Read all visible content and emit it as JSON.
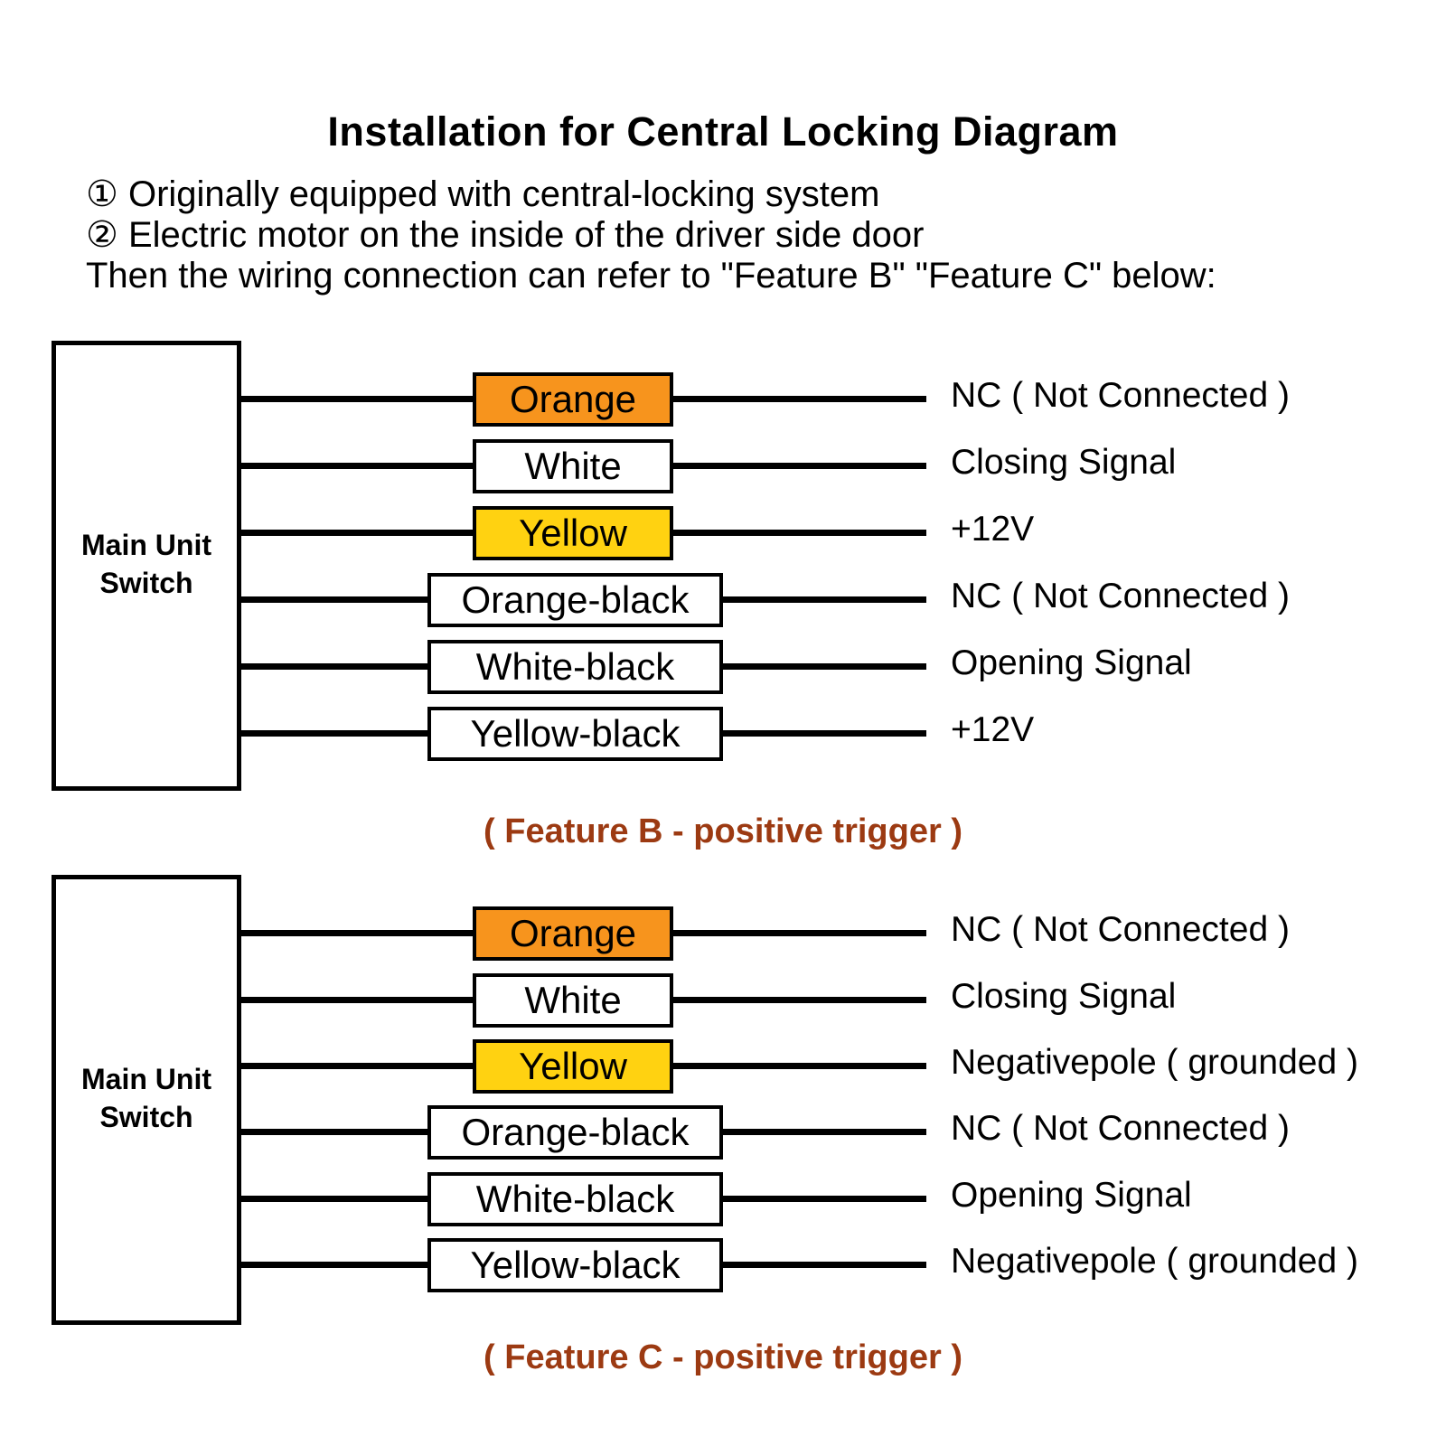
{
  "title": "Installation for Central Locking Diagram",
  "instructions": [
    "① Originally equipped with central-locking system",
    "② Electric motor on the inside of the driver side door",
    "Then the wiring connection can refer to \"Feature B\" \"Feature C\" below:"
  ],
  "colors": {
    "orange_fill": "#F7941D",
    "yellow_fill": "#FFD211",
    "white_fill": "#FFFFFF",
    "wire_color": "#000000",
    "caption_color": "#9C3A12"
  },
  "diagrams": [
    {
      "source_label_lines": [
        "Main Unit",
        "Switch"
      ],
      "caption": "( Feature B - positive trigger )",
      "wires": [
        {
          "label": "Orange",
          "fill": "#F7941D",
          "signal": "NC ( Not Connected )"
        },
        {
          "label": "White",
          "fill": "#FFFFFF",
          "signal": "Closing Signal"
        },
        {
          "label": "Yellow",
          "fill": "#FFD211",
          "signal": "+12V"
        },
        {
          "label": "Orange-black",
          "fill": "#FFFFFF",
          "signal": "NC ( Not Connected )"
        },
        {
          "label": "White-black",
          "fill": "#FFFFFF",
          "signal": "Opening Signal"
        },
        {
          "label": "Yellow-black",
          "fill": "#FFFFFF",
          "signal": "+12V"
        }
      ]
    },
    {
      "source_label_lines": [
        "Main Unit",
        "Switch"
      ],
      "caption": "( Feature C - positive trigger )",
      "wires": [
        {
          "label": "Orange",
          "fill": "#F7941D",
          "signal": "NC ( Not Connected )"
        },
        {
          "label": "White",
          "fill": "#FFFFFF",
          "signal": "Closing Signal"
        },
        {
          "label": "Yellow",
          "fill": "#FFD211",
          "signal": "Negativepole ( grounded )"
        },
        {
          "label": "Orange-black",
          "fill": "#FFFFFF",
          "signal": "NC ( Not Connected )"
        },
        {
          "label": "White-black",
          "fill": "#FFFFFF",
          "signal": "Opening Signal"
        },
        {
          "label": "Yellow-black",
          "fill": "#FFFFFF",
          "signal": "Negativepole ( grounded )"
        }
      ]
    }
  ]
}
